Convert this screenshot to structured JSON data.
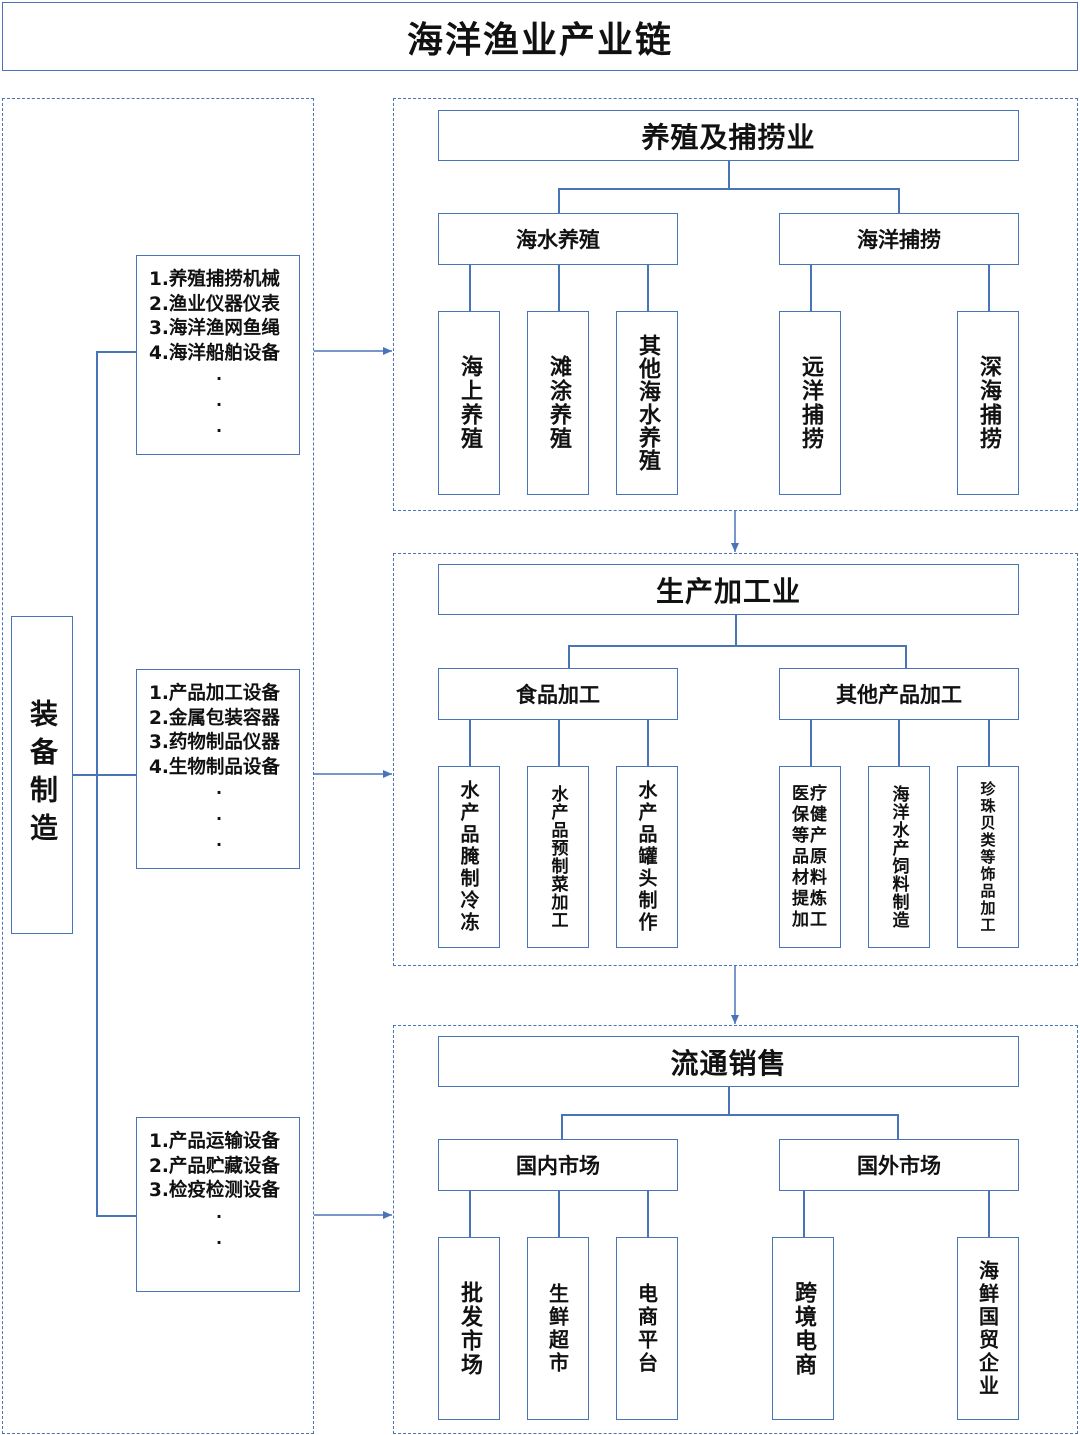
{
  "title": "海洋渔业产业链",
  "equipment": {
    "label": "装备制造",
    "groups": [
      {
        "items": [
          "1.养殖捕捞机械",
          "2.渔业仪器仪表",
          "3.海洋渔网鱼绳",
          "4.海洋船舶设备"
        ],
        "ellipsis": [
          "·",
          "·",
          "·"
        ]
      },
      {
        "items": [
          "1.产品加工设备",
          "2.金属包装容器",
          "3.药物制品仪器",
          "4.生物制品设备"
        ],
        "ellipsis": [
          "·",
          "·",
          "·"
        ]
      },
      {
        "items": [
          "1.产品运输设备",
          "2.产品贮藏设备",
          "3.检疫检测设备"
        ],
        "ellipsis": [
          "·",
          "·"
        ]
      }
    ]
  },
  "sections": [
    {
      "title": "养殖及捕捞业",
      "subs": [
        {
          "label": "海水养殖",
          "items": [
            "海上养殖",
            "滩涂养殖",
            "其他海水养殖"
          ]
        },
        {
          "label": "海洋捕捞",
          "items": [
            "远洋捕捞",
            "深海捕捞"
          ]
        }
      ]
    },
    {
      "title": "生产加工业",
      "subs": [
        {
          "label": "食品加工",
          "items": [
            "水产品腌制冷冻",
            "水产品预制菜加工",
            "水产品罐头制作"
          ]
        },
        {
          "label": "其他产品加工",
          "items": [
            "医疗保健等产品原材料提炼加工",
            "海洋水产饲料制造",
            "珍珠贝类等饰品加工"
          ]
        }
      ]
    },
    {
      "title": "流通销售",
      "subs": [
        {
          "label": "国内市场",
          "items": [
            "批发市场",
            "生鲜超市",
            "电商平台"
          ]
        },
        {
          "label": "国外市场",
          "items": [
            "跨境电商",
            "海鲜国贸企业"
          ]
        }
      ]
    }
  ]
}
